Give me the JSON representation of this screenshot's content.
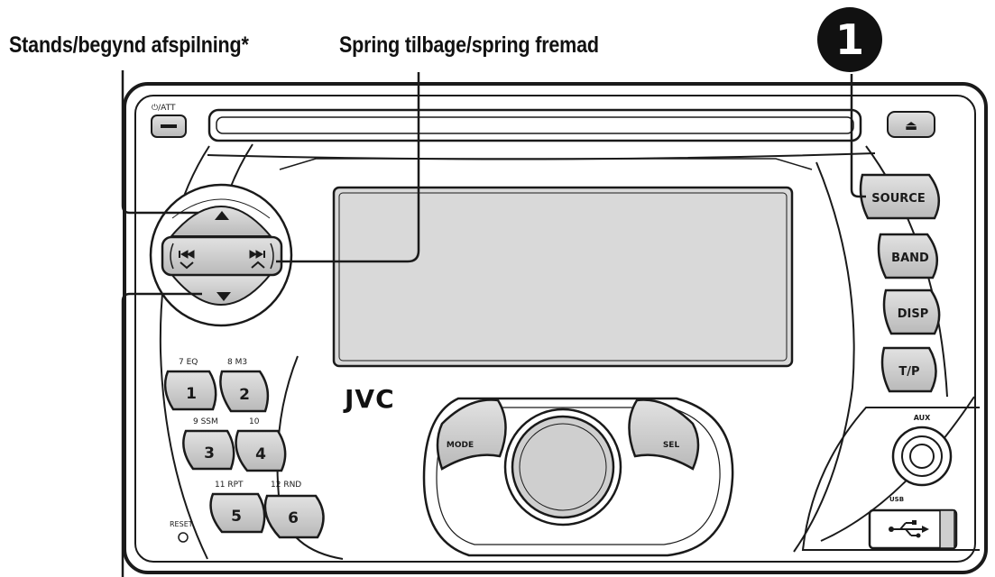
{
  "callouts": {
    "stop_play": "Stands/begynd afspilning*",
    "skip": "Spring tilbage/spring fremad",
    "step_number": "1"
  },
  "unit": {
    "brand": "JVC",
    "power_att_label": "⏻/ATT",
    "eject_symbol": "⏏",
    "buttons": {
      "source": "SOURCE",
      "band": "BAND",
      "disp": "DISP",
      "tp": "T/P",
      "mode": "MODE",
      "sel": "SEL"
    },
    "presets": [
      {
        "number": "1",
        "label": "7  EQ"
      },
      {
        "number": "2",
        "label": "8  M3"
      },
      {
        "number": "3",
        "label": "9  SSM"
      },
      {
        "number": "4",
        "label": "10"
      },
      {
        "number": "5",
        "label": "11  RPT"
      },
      {
        "number": "6",
        "label": "12  RND"
      }
    ],
    "reset_label": "RESET",
    "aux_label": "AUX",
    "usb_label": "USB"
  },
  "colors": {
    "line": "#1a1a1a",
    "button_fill": "#cfcfcf",
    "display_fill": "#d9d9d9",
    "callout_badge": "#111111"
  }
}
